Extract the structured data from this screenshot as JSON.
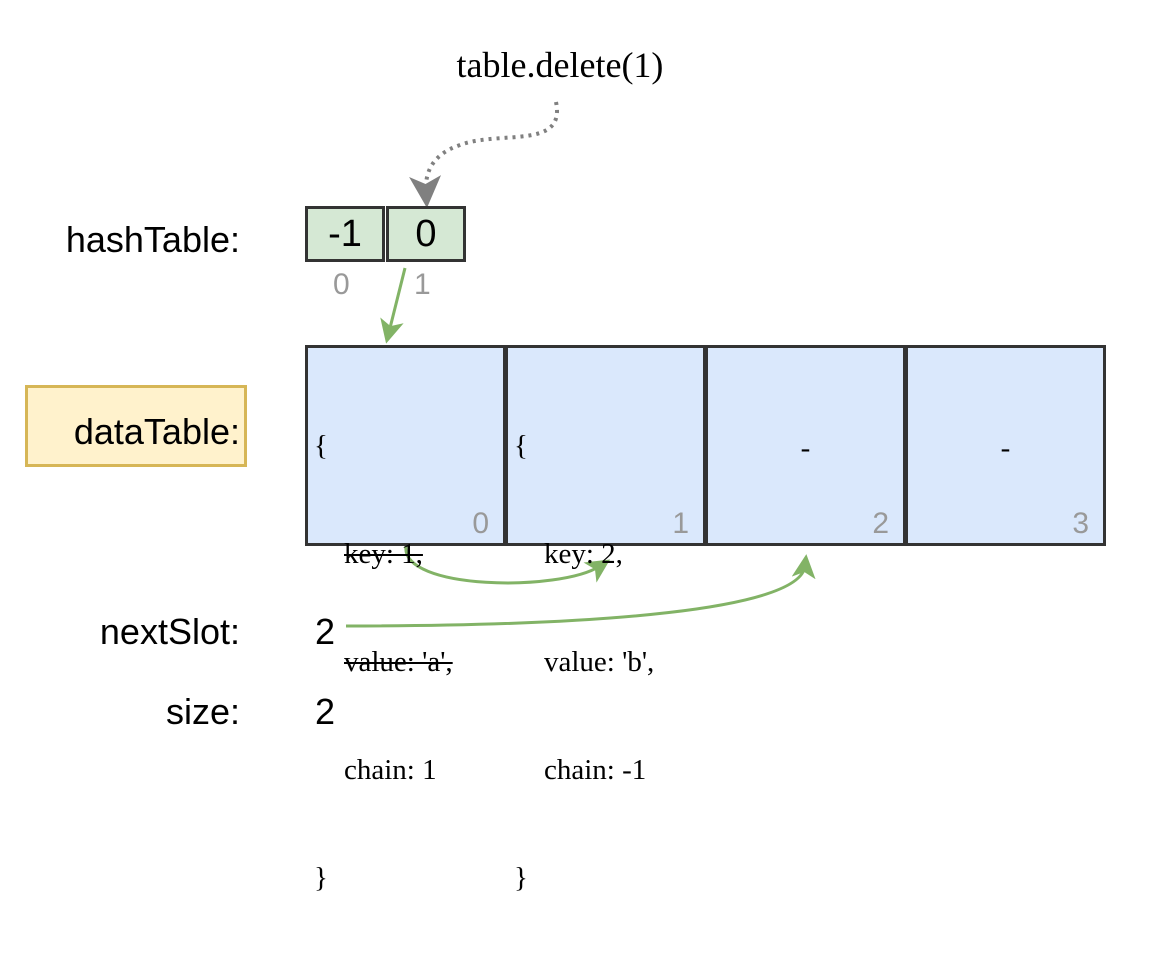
{
  "operation": "table.delete(1)",
  "labels": {
    "hash_table": "hashTable:",
    "data_table": "dataTable:",
    "next_slot": "nextSlot:",
    "size": "size:"
  },
  "hash_table": {
    "cells": [
      {
        "value": "-1",
        "index": "0"
      },
      {
        "value": "0",
        "index": "1"
      }
    ]
  },
  "data_table": {
    "cells": [
      {
        "index": "0",
        "open": "{",
        "key": "key: 1,",
        "value": "value: 'a',",
        "chain": "chain: 1",
        "close": "}",
        "deleted": true
      },
      {
        "index": "1",
        "open": "{",
        "key": "key: 2,",
        "value": "value: 'b',",
        "chain": "chain: -1",
        "close": "}",
        "deleted": false
      },
      {
        "index": "2",
        "empty": "-"
      },
      {
        "index": "3",
        "empty": "-"
      }
    ]
  },
  "next_slot": "2",
  "size": "2",
  "colors": {
    "hash_fill": "#d5e8d4",
    "data_fill": "#dae8fc",
    "highlight_fill": "#fff2cc",
    "highlight_border": "#d6b656",
    "arrow_green": "#82b366",
    "arrow_gray": "#808080"
  }
}
